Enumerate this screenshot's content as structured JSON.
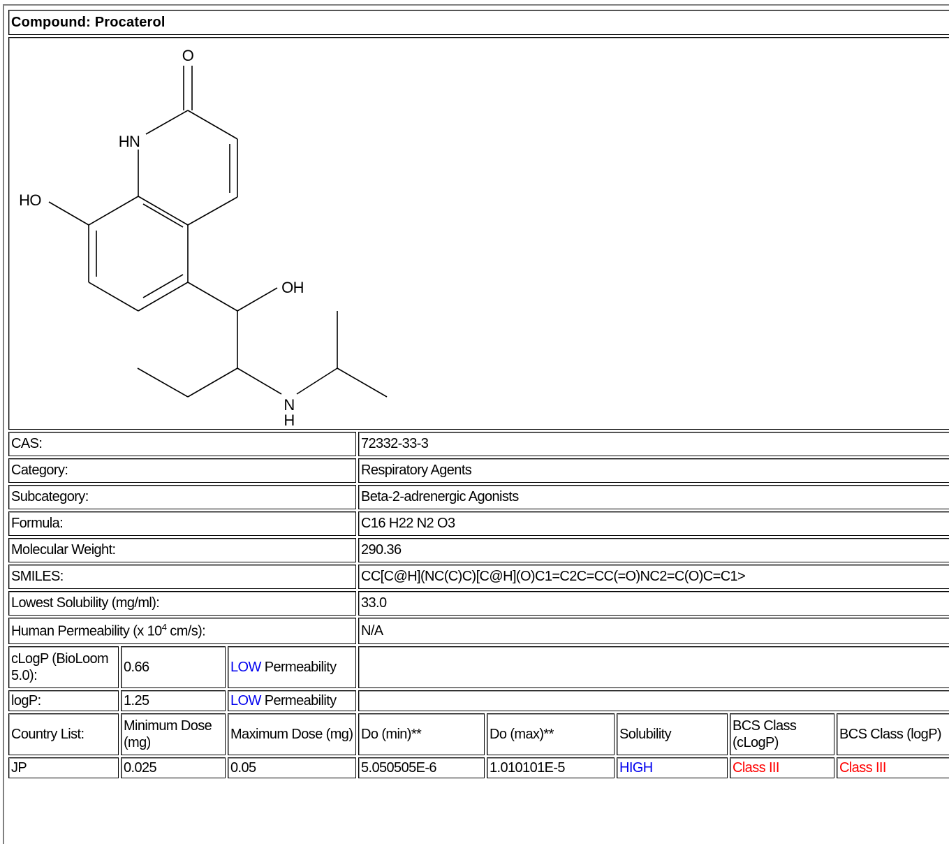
{
  "compound_header": "Compound: Procaterol",
  "structure_labels": {
    "o_top": "O",
    "hn": "HN",
    "ho": "HO",
    "oh": "OH",
    "n": "N",
    "h": "H"
  },
  "properties": [
    {
      "label": "CAS:",
      "value": "72332-33-3"
    },
    {
      "label": "Category:",
      "value": "Respiratory Agents"
    },
    {
      "label": "Subcategory:",
      "value": "Beta-2-adrenergic Agonists"
    },
    {
      "label": "Formula:",
      "value": "C16 H22 N2 O3"
    },
    {
      "label": "Molecular Weight:",
      "value": "290.36"
    },
    {
      "label": "SMILES:",
      "value": "CC[C@H](NC(C)C)[C@H](O)C1=C2C=CC(=O)NC2=C(O)C=C1>"
    },
    {
      "label": "Lowest Solubility (mg/ml):",
      "value": "33.0"
    }
  ],
  "permeability": {
    "label_prefix": "Human Permeability (x 10",
    "label_exp": "4",
    "label_suffix": " cm/s):",
    "value": "N/A"
  },
  "clogp": {
    "label": "cLogP (BioLoom 5.0):",
    "value": "0.66",
    "level": "LOW",
    "suffix": " Permeability"
  },
  "logp": {
    "label": "logP:",
    "value": "1.25",
    "level": "LOW",
    "suffix": " Permeability"
  },
  "dose_table": {
    "headers": [
      "Country List:",
      "Minimum Dose (mg)",
      "Maximum Dose (mg)",
      "Do (min)**",
      "Do (max)**",
      "Solubility",
      "BCS Class (cLogP)",
      "BCS Class (logP)"
    ],
    "rows": [
      [
        "JP",
        "0.025",
        "0.05",
        "5.050505E-6",
        "1.010101E-5",
        "HIGH",
        "Class III",
        "Class III"
      ]
    ]
  },
  "colors": {
    "low_permeability": "#0000ee",
    "high_solubility": "#0000ee",
    "bcs_class": "#ff0000"
  }
}
